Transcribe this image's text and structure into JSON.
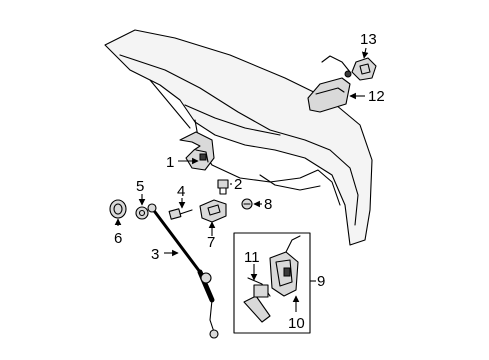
{
  "callouts": {
    "c1": "1",
    "c2": "2",
    "c3": "3",
    "c4": "4",
    "c5": "5",
    "c6": "6",
    "c7": "7",
    "c8": "8",
    "c9": "9",
    "c10": "10",
    "c11": "11",
    "c12": "12",
    "c13": "13"
  },
  "colors": {
    "line": "#000000",
    "fill": "#d9d9d9",
    "background": "#ffffff"
  }
}
